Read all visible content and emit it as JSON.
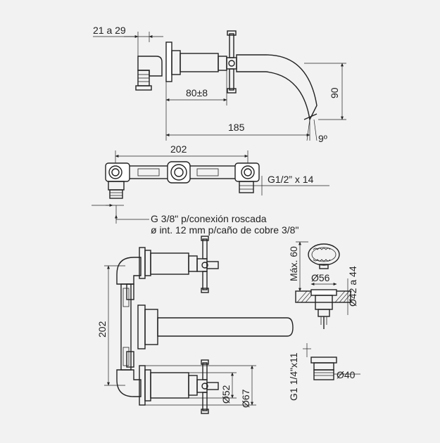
{
  "colors": {
    "background": "#f2f2f2",
    "line": "#222222"
  },
  "side_view": {
    "dim_depth": "21 a 29",
    "dim_body": "80±8",
    "dim_reach": "185",
    "dim_height": "90",
    "dim_angle": "9º"
  },
  "top_view": {
    "dim_width": "202",
    "thread": "G1/2” x 14",
    "note_line1": "G 3/8\" p/conexión roscada",
    "note_line2": "ø int. 12 mm p/caño de cobre 3/8\""
  },
  "front_view": {
    "dim_spacing": "202",
    "dim_d52": "Ø52",
    "dim_d67": "Ø67"
  },
  "drain_view": {
    "dim_max": "Máx. 60",
    "dim_d56": "Ø56",
    "dim_d42": "Ø42 a 44",
    "dim_thread": "G1 1/4\"x11",
    "dim_d40": "Ø40"
  }
}
